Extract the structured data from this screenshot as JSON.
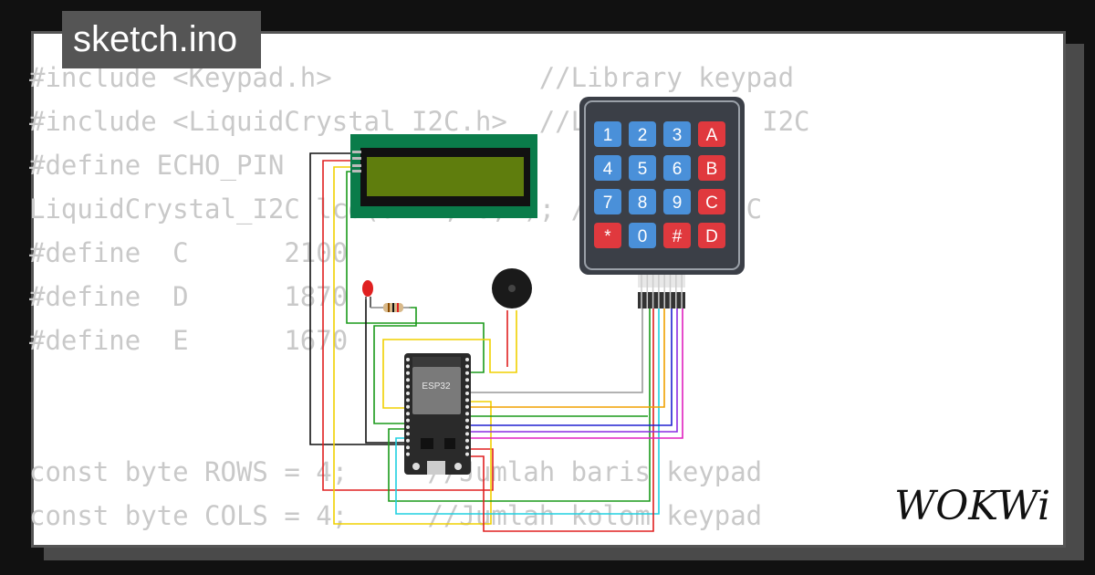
{
  "file_tab": {
    "label": "sketch.ino"
  },
  "code_lines": [
    "#include <Keypad.h>             //Library keypad",
    "#include <LiquidCrystal_I2C.h>  //Library LCD I2C",
    "#define ECHO_PIN",
    "LiquidCrystal_I2C lcd(0x27,16,2); //Alamat I2C",
    "#define  C      2100",
    "#define  D      1870",
    "#define  E      1670",
    "",
    "",
    "const byte ROWS = 4;     //Jumlah baris keypad",
    "const byte COLS = 4;     //Jumlah kolom keypad"
  ],
  "esp32": {
    "label": "ESP32"
  },
  "keypad": {
    "keys": [
      [
        "1",
        "2",
        "3",
        "A"
      ],
      [
        "4",
        "5",
        "6",
        "B"
      ],
      [
        "7",
        "8",
        "9",
        "C"
      ],
      [
        "*",
        "0",
        "#",
        "D"
      ]
    ]
  },
  "logo": {
    "text": "WOKWi"
  },
  "colors": {
    "background": "#111111",
    "sheet": "#ffffff",
    "code": "#c9c9c9",
    "tab": "#555555",
    "lcd_board": "#0a7c4a",
    "lcd_screen": "#5f7d0d",
    "keypad_body": "#3b3f47",
    "key_blue": "#4a90d9",
    "key_red": "#e0393e",
    "esp32_board": "#2a2a2a"
  },
  "icons": [
    "lcd-display",
    "keypad",
    "esp32-board",
    "buzzer",
    "led",
    "resistor",
    "wokwi-logo"
  ]
}
